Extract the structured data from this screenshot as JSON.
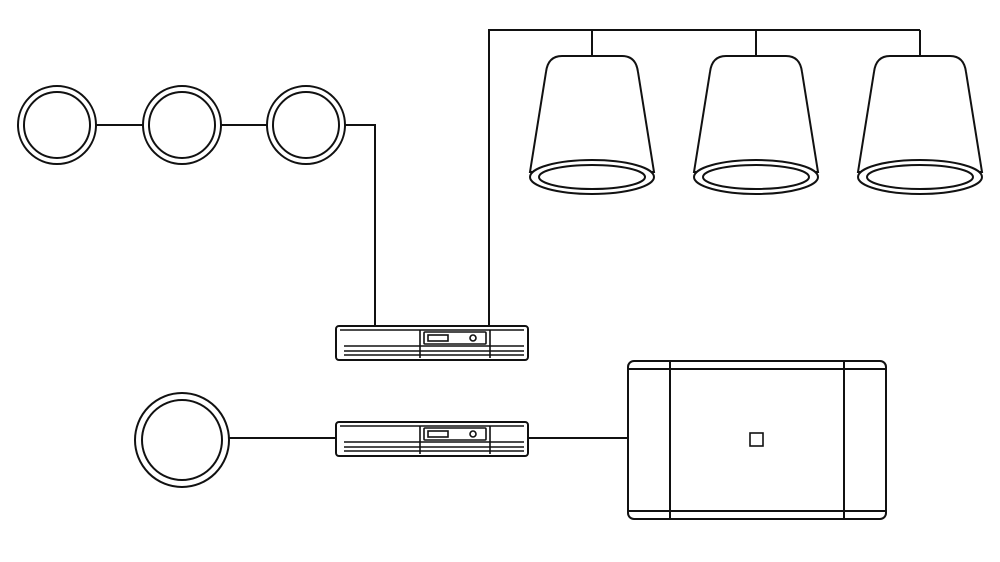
{
  "diagram": {
    "description_hidden": "",
    "colors": {
      "stroke": "#111111",
      "background": "#ffffff"
    },
    "devices": {
      "ceiling_speakers_top": {
        "count": 3,
        "icon": "ceiling-speaker-icon"
      },
      "ceiling_speaker_bottom": {
        "count": 1,
        "icon": "ceiling-speaker-icon"
      },
      "pendant_speakers": {
        "count": 3,
        "icon": "pendant-speaker-icon"
      },
      "amplifiers": {
        "count": 2,
        "icon": "amplifier-icon"
      },
      "subwoofer": {
        "count": 1,
        "icon": "subwoofer-icon"
      }
    }
  }
}
